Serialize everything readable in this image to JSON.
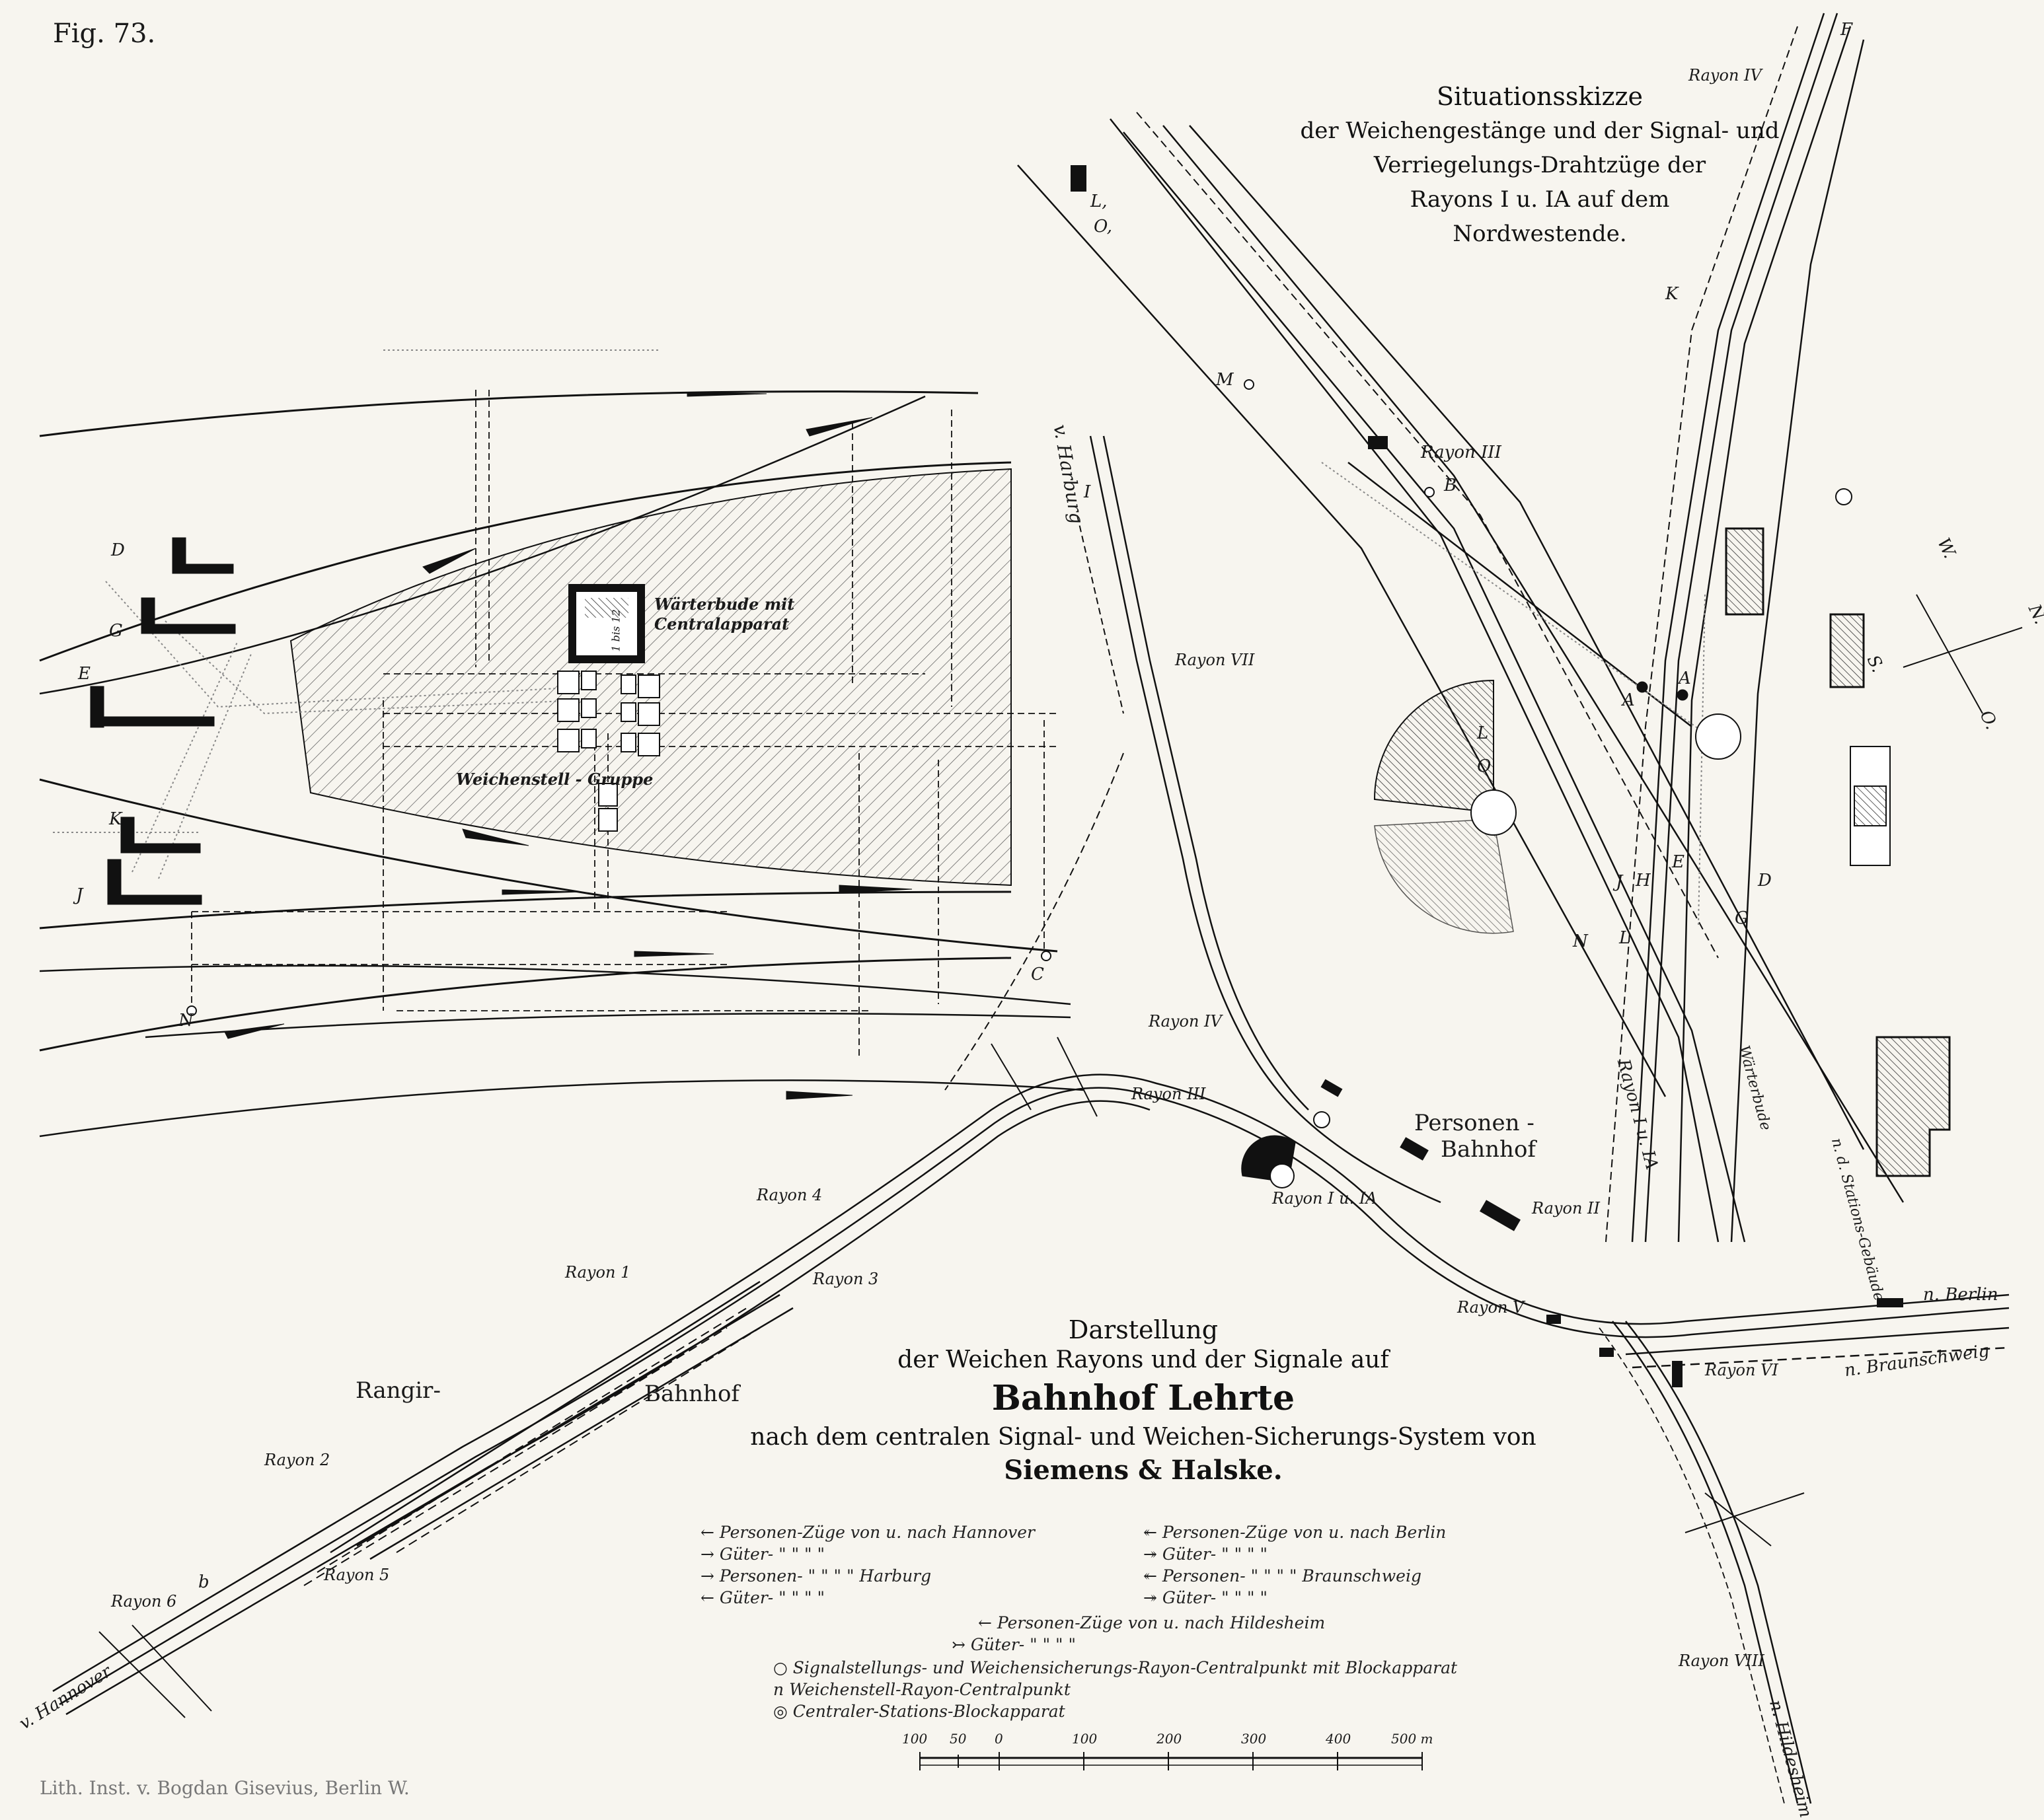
{
  "figure_no": "Fig. 73.",
  "imprint": "Lith. Inst. v. Bogdan Gisevius, Berlin W.",
  "inset": {
    "title_lines": [
      "Situationsskizze",
      "der Weichengestänge und der Signal- und",
      "Verriegelungs-Drahtzüge der",
      "Rayons I u. IA auf dem",
      "Nordwestende."
    ],
    "booth_label_lines": [
      "Wärterbude mit",
      "Centralapparat"
    ],
    "booth_inner": "1 bis 12",
    "switch_group": "Weichenstell - Gruppe",
    "signal_letters": [
      "D",
      "G",
      "E",
      "K",
      "J",
      "N",
      "C"
    ]
  },
  "main": {
    "title_lines": [
      "Darstellung",
      "der Weichen Rayons und der Signale auf"
    ],
    "station_title": "Bahnhof Lehrte",
    "subtitle_lines": [
      "nach dem centralen Signal- und Weichen-Sicherungs-System von",
      "Siemens & Halske."
    ],
    "places": {
      "harburg": "v. Harburg",
      "hannover": "v. Hannover",
      "berlin": "n. Berlin",
      "braunschweig": "n. Braunschweig",
      "hildesheim": "n. Hildesheim"
    },
    "rangir": [
      "Rangir-",
      "Bahnhof"
    ],
    "personen": [
      "Personen -",
      "Bahnhof"
    ],
    "rayons": {
      "r_iv_top": "Rayon IV",
      "r_iii": "Rayon III",
      "r_vii": "Rayon VII",
      "r_iv": "Rayon IV",
      "r_iii_b": "Rayon III",
      "r_i_ia": "Rayon I u. IA",
      "r_ii": "Rayon II",
      "r_v": "Rayon V",
      "r_vi": "Rayon VI",
      "r_viii": "Rayon VIII",
      "r_4": "Rayon 4",
      "r_1": "Rayon 1",
      "r_3": "Rayon 3",
      "r_2": "Rayon 2",
      "r_5": "Rayon 5",
      "r_6": "Rayon 6",
      "r_i_ia_vert": "Rayon I u. IA"
    },
    "plan_letters": [
      "F",
      "K",
      "M",
      "B",
      "A",
      "A",
      "L",
      "O",
      "L,",
      "O,",
      "J",
      "H",
      "E",
      "D",
      "G",
      "N",
      "L",
      "W.",
      "N.",
      "S.",
      "O.",
      "I",
      "b"
    ],
    "warter_bude": "Wärterbude",
    "stations_gebaude": "n. d. Stations-Gebäude"
  },
  "legend": {
    "rows": [
      {
        "arrow": "←",
        "text": "Personen-Züge von u. nach Hannover"
      },
      {
        "arrow": "→",
        "text": "Güter-     \"    \"   \"   \""
      },
      {
        "arrow": "→",
        "text": "Personen- \"    \"   \"   \"   Harburg"
      },
      {
        "arrow": "←",
        "text": "Güter-     \"    \"   \"   \""
      },
      {
        "arrow": "↞",
        "text": "Personen-Züge von u. nach Berlin"
      },
      {
        "arrow": "↠",
        "text": "Güter-     \"    \"   \"   \""
      },
      {
        "arrow": "↞",
        "text": "Personen- \"    \"   \"   \"   Braunschweig"
      },
      {
        "arrow": "↠",
        "text": "Güter-     \"    \"   \"   \""
      },
      {
        "arrow": "←",
        "text": "Personen-Züge von u. nach Hildesheim"
      },
      {
        "arrow": "↣",
        "text": "Güter-   \"   \"   \"   \""
      },
      {
        "arrow": "○",
        "text": "Signalstellungs- und Weichensicherungs-Rayon-Centralpunkt mit Blockapparat"
      },
      {
        "arrow": "n",
        "text": "Weichenstell-Rayon-Centralpunkt"
      },
      {
        "arrow": "◎",
        "text": "Centraler-Stations-Blockapparat"
      }
    ]
  },
  "scale": {
    "ticks": [
      "100",
      "50",
      "0",
      "100",
      "200",
      "300",
      "400",
      "500 m"
    ]
  }
}
